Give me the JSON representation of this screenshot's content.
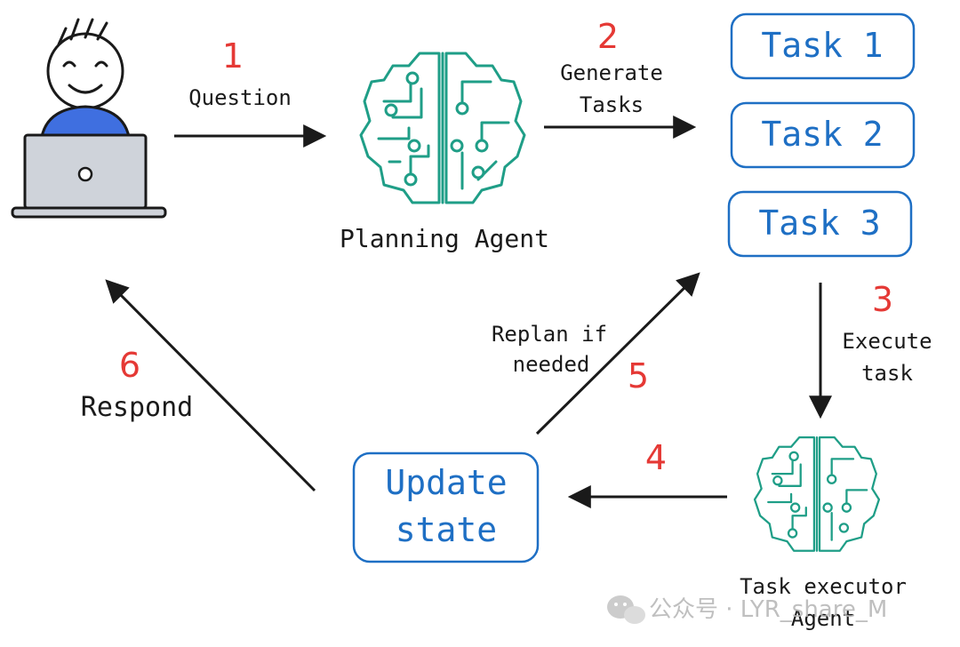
{
  "steps": {
    "s1": {
      "number": "1",
      "label": "Question"
    },
    "s2": {
      "number": "2",
      "label_line1": "Generate",
      "label_line2": "Tasks"
    },
    "s3": {
      "number": "3",
      "label_line1": "Execute",
      "label_line2": "task"
    },
    "s4": {
      "number": "4"
    },
    "s5": {
      "number": "5",
      "label_line1": "Replan if",
      "label_line2": "needed"
    },
    "s6": {
      "number": "6",
      "label": "Respond"
    }
  },
  "nodes": {
    "planning_agent": "Planning Agent",
    "task_executor_line1": "Task executor",
    "task_executor_line2": "Agent",
    "update_state_line1": "Update",
    "update_state_line2": "state"
  },
  "tasks": [
    "Task 1",
    "Task 2",
    "Task 3"
  ],
  "watermark": "公众号 · LYR_share_M",
  "colors": {
    "accent_blue": "#1e6fc4",
    "step_red": "#e53935",
    "brain_teal": "#1f9e87",
    "user_shirt": "#3f6fe0",
    "laptop_gray": "#cfd3da"
  },
  "icons": [
    "user-at-laptop-icon",
    "brain-circuit-icon",
    "wechat-icon"
  ]
}
